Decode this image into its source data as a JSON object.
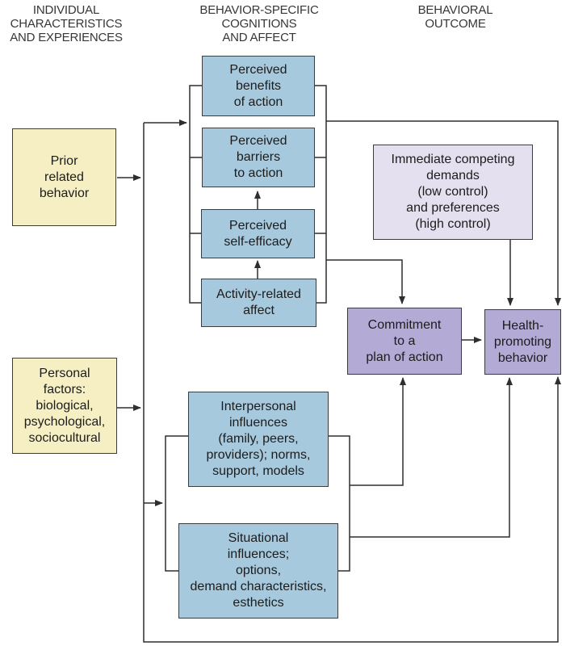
{
  "palette": {
    "yellow": "#F5EFC3",
    "blue": "#A7C9DD",
    "lavender": "#E4E0EF",
    "purple": "#B3ABD6",
    "border": "#3C3C3C",
    "line": "#2E2E2E",
    "text": "#1C1C1C",
    "heading": "#363636"
  },
  "headers": {
    "col1": "INDIVIDUAL\nCHARACTERISTICS\nAND EXPERIENCES",
    "col2": "BEHAVIOR-SPECIFIC\nCOGNITIONS\nAND AFFECT",
    "col3": "BEHAVIORAL\nOUTCOME"
  },
  "boxes": {
    "prior": {
      "label": "Prior\nrelated\nbehavior"
    },
    "personal": {
      "label": "Personal\nfactors:\nbiological,\npsychological,\nsociocultural"
    },
    "benefits": {
      "label": "Perceived\nbenefits\nof action"
    },
    "barriers": {
      "label": "Perceived\nbarriers\nto action"
    },
    "self_efficacy": {
      "label": "Perceived\nself-efficacy"
    },
    "affect": {
      "label": "Activity-related\naffect"
    },
    "interpersonal": {
      "label": "Interpersonal\ninfluences\n(family, peers,\nproviders); norms,\nsupport, models"
    },
    "situational": {
      "label": "Situational\ninfluences;\noptions,\ndemand characteristics,\nesthetics"
    },
    "demands": {
      "label": "Immediate competing\ndemands\n(low control)\nand preferences\n(high control)"
    },
    "commitment": {
      "label": "Commitment\nto a\nplan of action"
    },
    "health": {
      "label": "Health-\npromoting\nbehavior"
    }
  }
}
